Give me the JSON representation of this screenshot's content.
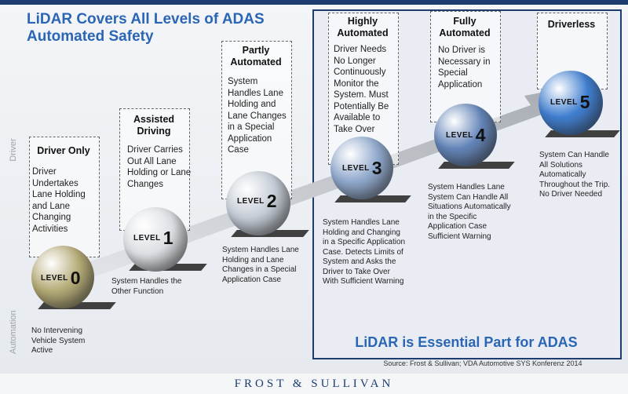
{
  "title": "LiDAR Covers All Levels of ADAS Automated Safety",
  "side_labels": {
    "top": "Driver",
    "bottom": "Automation"
  },
  "essential": "LiDAR is Essential Part for ADAS",
  "source": "Source: Frost & Sullivan; VDA Automotive SYS Konferenz 2014",
  "brand": "FROST & SULLIVAN",
  "level_word": "LEVEL",
  "levels": [
    {
      "number": "0",
      "title": "Driver Only",
      "description": "Driver Undertakes Lane Holding and Lane Changing Activities",
      "system": "No Intervening Vehicle System Active"
    },
    {
      "number": "1",
      "title": "Assisted Driving",
      "description": "Driver Carries Out All Lane Holding or Lane Changes",
      "system": "System Handles the Other Function"
    },
    {
      "number": "2",
      "title": "Partly Automated",
      "description": "System Handles Lane Holding and Lane Changes in a Special Application Case",
      "system": "System Handles Lane Holding and Lane Changes in a Special Application Case"
    },
    {
      "number": "3",
      "title": "Highly Automated",
      "description": "Driver Needs No Longer Continuously Monitor the System. Must Potentially Be Available to Take Over",
      "system": "System Handles Lane Holding and Changing in a Specific Application Case. Detects Limits of System and Asks the Driver to Take Over With Sufficient Warning"
    },
    {
      "number": "4",
      "title": "Fully Automated",
      "description": "No Driver is Necessary in Special Application",
      "system": "System Handles Lane System Can Handle All Situations Automatically in the Specific Application Case Sufficient Warning"
    },
    {
      "number": "5",
      "title": "Driverless",
      "description": "",
      "system": "System Can Handle All Solutions Automatically Throughout the Trip. No Driver Needed"
    }
  ],
  "colors": {
    "title": "#2a66b4",
    "frame": "#1c3d6e",
    "level0": "#b5ab76",
    "level1": "#dcdfe3",
    "level2": "#c5ccd6",
    "level3": "#8fa8cc",
    "level4": "#6384b8",
    "level5": "#3f7ed0"
  }
}
